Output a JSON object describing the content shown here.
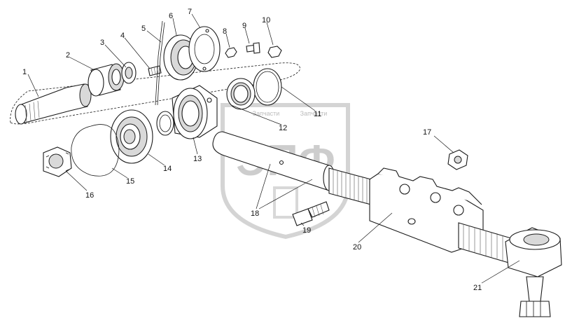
{
  "watermark": {
    "text_main": "ЭПФ",
    "text_sub_left": "Запчасти",
    "text_sub_right": "Запчасти",
    "color": "#c8c8c8"
  },
  "callouts": [
    "1",
    "2",
    "3",
    "4",
    "5",
    "6",
    "7",
    "8",
    "9",
    "10",
    "11",
    "12",
    "13",
    "14",
    "15",
    "16",
    "17",
    "18",
    "19",
    "20",
    "21"
  ],
  "colors": {
    "line": "#1a1a1a",
    "shade": "#d9d9d9",
    "background": "#ffffff"
  }
}
